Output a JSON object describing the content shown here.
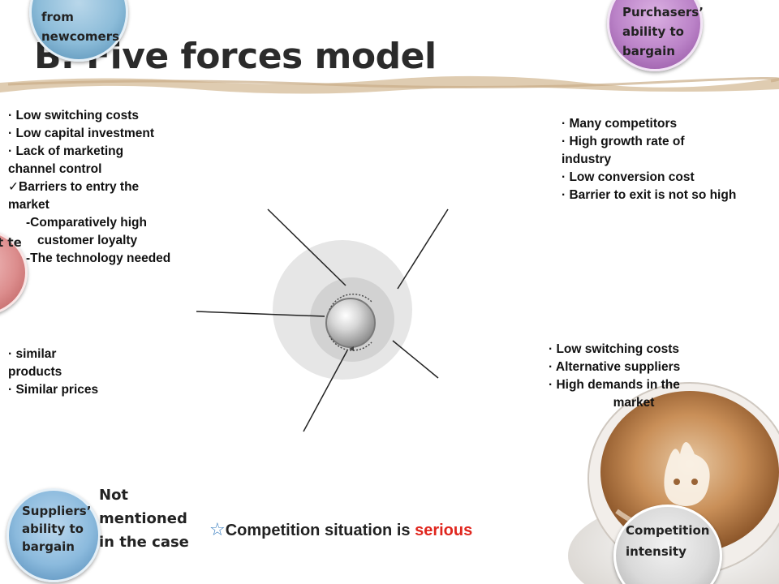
{
  "title": "B. Five forces model",
  "forces": {
    "newcomers": "from newcomers",
    "purchasers": "Purchasers’ ability to bargain",
    "substitute": "t te",
    "suppliers": "Suppliers’ ability to bargain",
    "competition": "Competition intensity"
  },
  "newcomers_points": {
    "p1": "· Low switching costs",
    "p2": "· Low capital investment",
    "p3a": "· Lack of marketing",
    "p3b": "channel control",
    "p4_check": "✓",
    "p4a": "Barriers to entry the",
    "p4b": "market",
    "p5a": "-Comparatively high",
    "p5b": "customer loyalty",
    "p6": "-The technology needed"
  },
  "purchasers_points": {
    "p1": "· Many competitors",
    "p2a": "· High growth rate of",
    "p2b": "industry",
    "p3": "· Low conversion cost",
    "p4": "· Barrier to exit is not so high"
  },
  "substitute_points": {
    "p1a": "· similar",
    "p1b": "products",
    "p2": "· Similar prices"
  },
  "suppliers_points": {
    "p1": "· Low switching costs",
    "p2": "· Alternative suppliers",
    "p3a": "· High demands in the",
    "p3b": "market"
  },
  "not_mentioned": "Not mentioned in the case",
  "summary": {
    "star": "☆",
    "text": "Competition situation is ",
    "highlight": "serious"
  },
  "colors": {
    "newcomers": "#8cbcd9",
    "purchasers": "#bb83c8",
    "substitute": "#dc8d8d",
    "suppliers": "#8bbadd",
    "competition": "#d9d9d9",
    "highlight": "#e0261e"
  }
}
